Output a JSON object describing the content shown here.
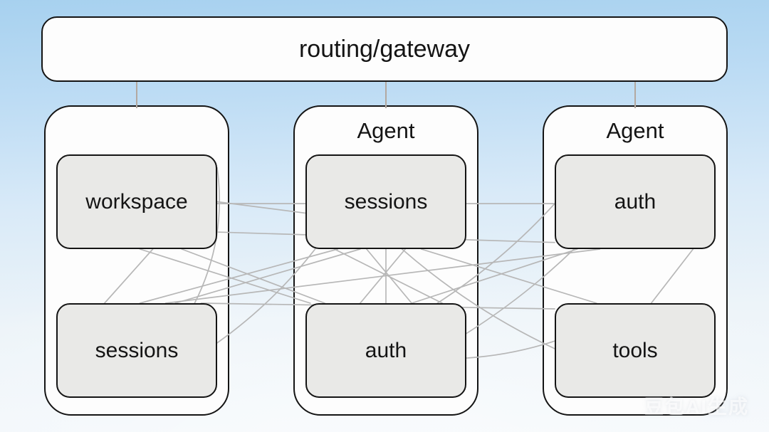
{
  "diagram": {
    "gateway": {
      "label": "routing/gateway"
    },
    "containers": [
      {
        "id": "agent-left",
        "title": "",
        "boxes": [
          {
            "id": "workspace",
            "label": "workspace"
          },
          {
            "id": "l-sessions",
            "label": "sessions"
          }
        ]
      },
      {
        "id": "agent-mid",
        "title": "Agent",
        "boxes": [
          {
            "id": "m-sessions",
            "label": "sessions"
          },
          {
            "id": "m-auth",
            "label": "auth"
          }
        ]
      },
      {
        "id": "agent-right",
        "title": "Agent",
        "boxes": [
          {
            "id": "r-auth",
            "label": "auth"
          },
          {
            "id": "r-tools",
            "label": "tools"
          }
        ]
      }
    ],
    "edges": [
      {
        "from": [
          "m-sessions",
          "bottom",
          0.5
        ],
        "to": [
          "m-auth",
          "top",
          0.5
        ],
        "bend": 0
      },
      {
        "from": [
          "m-sessions",
          "bottom",
          0.38
        ],
        "to": [
          "m-auth",
          "top",
          0.66
        ],
        "bend": 0
      },
      {
        "from": [
          "m-sessions",
          "bottom",
          0.62
        ],
        "to": [
          "m-auth",
          "top",
          0.34
        ],
        "bend": 0
      },
      {
        "from": [
          "m-sessions",
          "bottom",
          0.18
        ],
        "to": [
          "m-auth",
          "top",
          0.85
        ],
        "bend": 0
      },
      {
        "from": [
          "workspace",
          "right",
          0.5
        ],
        "to": [
          "m-sessions",
          "left",
          0.62
        ],
        "bend": 0
      },
      {
        "from": [
          "workspace",
          "right",
          0.52
        ],
        "to": [
          "r-auth",
          "left",
          0.52
        ],
        "bend": 0
      },
      {
        "from": [
          "workspace",
          "right",
          0.82
        ],
        "to": [
          "r-auth",
          "left",
          0.93
        ],
        "bend": 0
      },
      {
        "from": [
          "workspace",
          "bottom",
          0.78
        ],
        "to": [
          "m-auth",
          "top",
          0.12
        ],
        "bend": 0
      },
      {
        "from": [
          "workspace",
          "bottom",
          0.52
        ],
        "to": [
          "m-auth",
          "top",
          0.03
        ],
        "bend": 0
      },
      {
        "from": [
          "workspace",
          "bottom",
          0.6
        ],
        "to": [
          "l-sessions",
          "top",
          0.3
        ],
        "bend": 0
      },
      {
        "from": [
          "m-sessions",
          "bottom",
          0.2
        ],
        "to": [
          "l-sessions",
          "top",
          0.52
        ],
        "bend": 0
      },
      {
        "from": [
          "m-sessions",
          "bottom",
          0.34
        ],
        "to": [
          "l-sessions",
          "top",
          0.74
        ],
        "bend": 0
      },
      {
        "from": [
          "l-sessions",
          "top",
          0.68
        ],
        "to": [
          "r-auth",
          "bottom",
          0.28
        ],
        "bend": 0
      },
      {
        "from": [
          "l-sessions",
          "top",
          0.9
        ],
        "to": [
          "r-tools",
          "left",
          0.06
        ],
        "bend": 0
      },
      {
        "from": [
          "m-sessions",
          "bottom",
          0.72
        ],
        "to": [
          "r-tools",
          "top",
          0.26
        ],
        "bend": 0
      },
      {
        "from": [
          "m-auth",
          "top",
          0.66
        ],
        "to": [
          "r-auth",
          "bottom",
          0.14
        ],
        "bend": 0
      },
      {
        "from": [
          "r-auth",
          "left",
          0.52
        ],
        "to": [
          "m-auth",
          "top",
          0.82
        ],
        "bend": 14
      },
      {
        "from": [
          "r-auth",
          "bottom",
          0.86
        ],
        "to": [
          "r-tools",
          "top",
          0.6
        ],
        "bend": 0
      },
      {
        "from": [
          "r-auth",
          "bottom",
          0.12
        ],
        "to": [
          "m-auth",
          "right",
          0.32
        ],
        "bend": 10
      },
      {
        "from": [
          "m-sessions",
          "bottom",
          0.6
        ],
        "to": [
          "r-tools",
          "left",
          0.48
        ],
        "bend": -18
      },
      {
        "from": [
          "m-sessions",
          "bottom",
          0.06
        ],
        "to": [
          "l-sessions",
          "right",
          0.42
        ],
        "bend": 14
      },
      {
        "from": [
          "workspace",
          "right",
          0.14
        ],
        "to": [
          "l-sessions",
          "top",
          0.86
        ],
        "bend": 30
      },
      {
        "from": [
          "r-tools",
          "left",
          0.4
        ],
        "to": [
          "m-auth",
          "right",
          0.58
        ],
        "bend": 8
      }
    ],
    "colors": {
      "background_top": "#a7d1ef",
      "background_bottom": "#f4f8fb",
      "node_fill": "#fdfdfd",
      "module_fill": "#e9e9e7",
      "border": "#141414",
      "mesh_line": "#b7b7b7",
      "stub_line": "#b3a9a1"
    }
  },
  "watermark": {
    "text": "豆包AI生成"
  }
}
